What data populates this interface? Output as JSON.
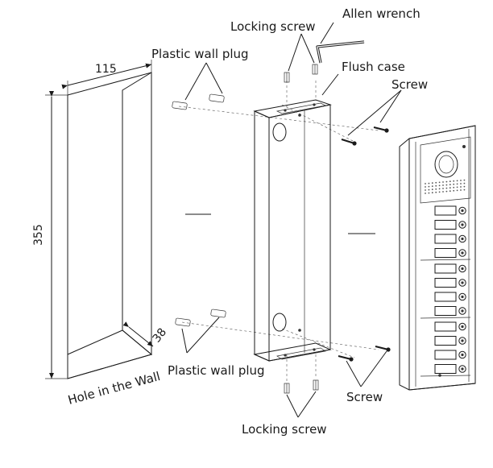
{
  "labels": {
    "allen_wrench": "Allen wrench",
    "locking_screw_top": "Locking screw",
    "flush_case": "Flush case",
    "screw_top": "Screw",
    "plastic_wall_plug_top": "Plastic wall plug",
    "plastic_wall_plug_bottom": "Plastic wall plug",
    "screw_bottom": "Screw",
    "locking_screw_bottom": "Locking screw",
    "hole_in_the_wall": "Hole in the Wall"
  },
  "dimensions": {
    "width": "115",
    "height": "355",
    "depth": "38"
  },
  "panel": {
    "button_groups": 3,
    "buttons_per_group": 4
  }
}
